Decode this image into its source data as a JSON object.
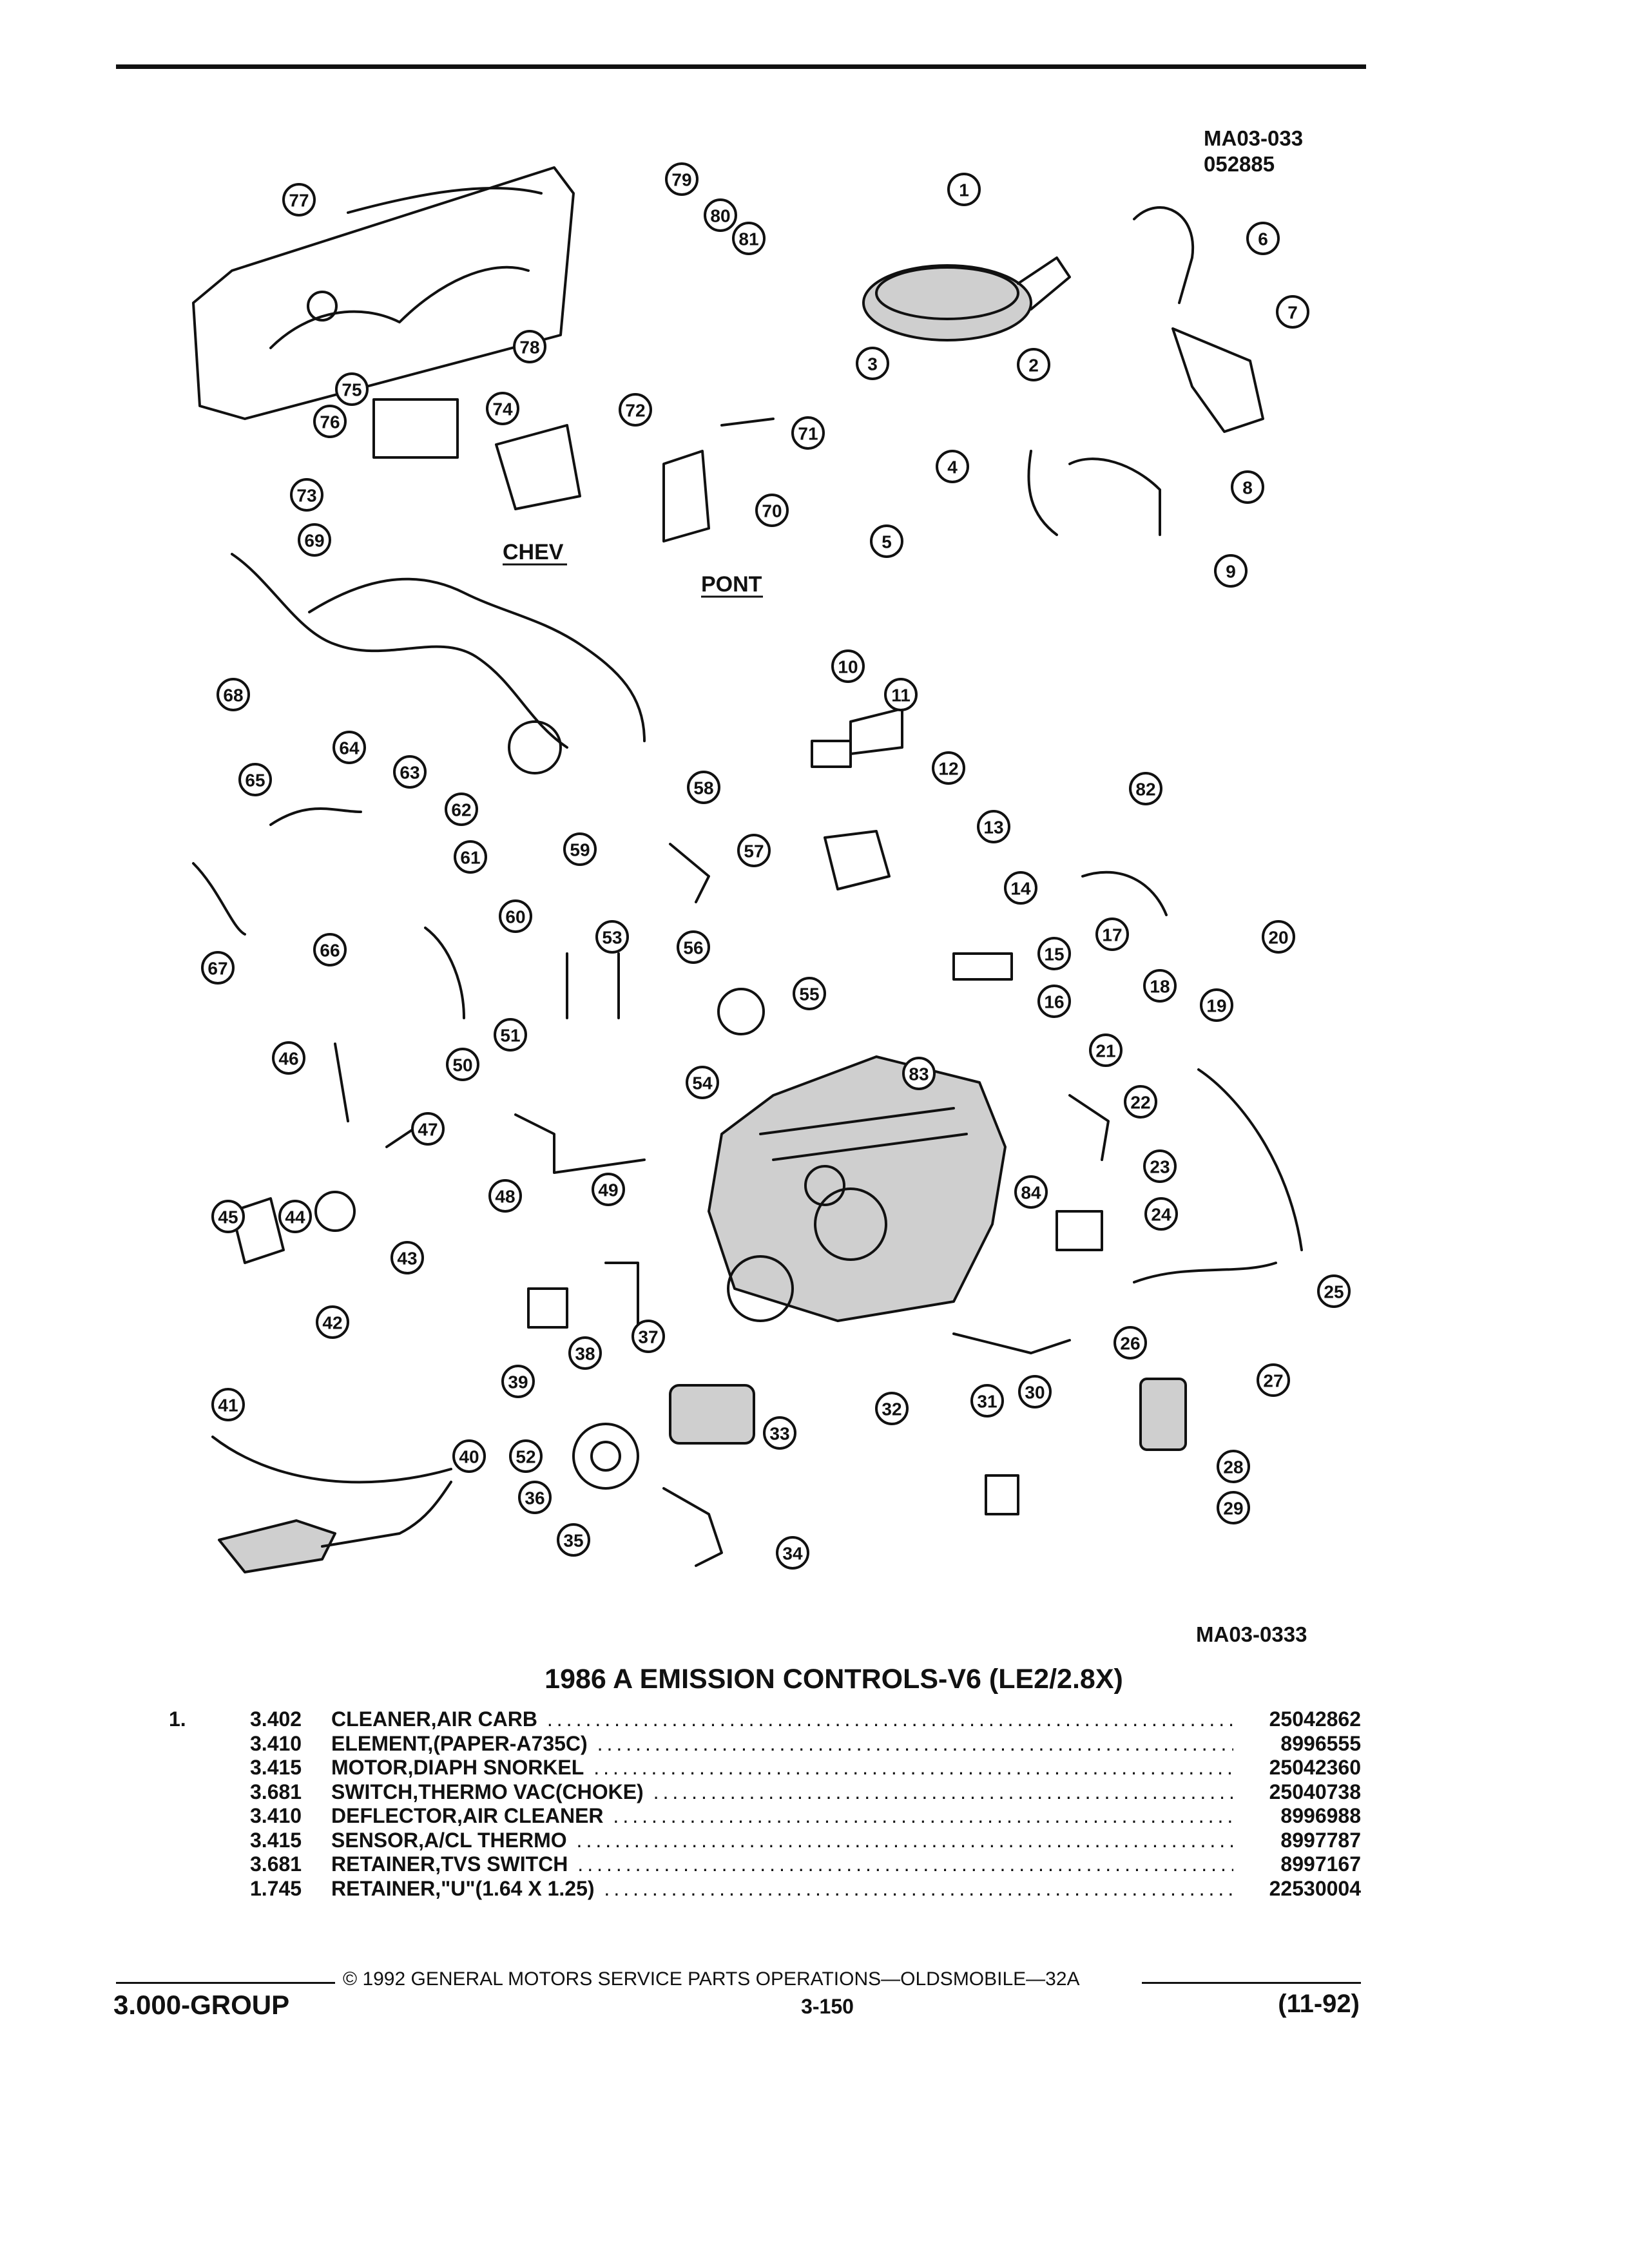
{
  "drawing_codes": {
    "top": "MA03-033",
    "date": "052885",
    "bottom": "MA03-0333"
  },
  "diagram_labels": {
    "chev": "CHEV",
    "pont": "PONT"
  },
  "callouts": [
    "1",
    "2",
    "3",
    "4",
    "5",
    "6",
    "7",
    "8",
    "9",
    "10",
    "11",
    "12",
    "13",
    "14",
    "15",
    "16",
    "17",
    "18",
    "19",
    "20",
    "21",
    "22",
    "23",
    "24",
    "25",
    "26",
    "27",
    "28",
    "29",
    "30",
    "31",
    "32",
    "33",
    "34",
    "35",
    "36",
    "37",
    "38",
    "39",
    "40",
    "41",
    "42",
    "43",
    "44",
    "45",
    "46",
    "47",
    "48",
    "49",
    "50",
    "51",
    "52",
    "53",
    "54",
    "55",
    "56",
    "57",
    "58",
    "59",
    "60",
    "61",
    "62",
    "63",
    "64",
    "65",
    "66",
    "67",
    "68",
    "69",
    "70",
    "71",
    "72",
    "73",
    "74",
    "75",
    "76",
    "77",
    "78",
    "79",
    "80",
    "81",
    "82",
    "83",
    "84"
  ],
  "title": "1986 A EMISSION CONTROLS-V6 (LE2/2.8X)",
  "parts": [
    {
      "ref": "1.",
      "group": "3.402",
      "name": "CLEANER",
      "detail": ",AIR CARB",
      "part_no": "25042862"
    },
    {
      "ref": "",
      "group": "3.410",
      "name": "ELEMENT",
      "detail": ",(PAPER-A735C)",
      "part_no": "8996555"
    },
    {
      "ref": "",
      "group": "3.415",
      "name": "MOTOR",
      "detail": ",DIAPH SNORKEL",
      "part_no": "25042360"
    },
    {
      "ref": "",
      "group": "3.681",
      "name": "SWITCH",
      "detail": ",THERMO VAC(CHOKE)",
      "part_no": "25040738"
    },
    {
      "ref": "",
      "group": "3.410",
      "name": "DEFLECTOR",
      "detail": ",AIR CLEANER",
      "part_no": "8996988"
    },
    {
      "ref": "",
      "group": "3.415",
      "name": "SENSOR",
      "detail": ",A/CL THERMO",
      "part_no": "8997787"
    },
    {
      "ref": "",
      "group": "3.681",
      "name": "RETAINER",
      "detail": ",TVS SWITCH",
      "part_no": "8997167"
    },
    {
      "ref": "",
      "group": "1.745",
      "name": "RETAINER",
      "detail": ",\"U\"(1.64 X 1.25)",
      "part_no": "22530004"
    }
  ],
  "footer": {
    "copyright": "© 1992 GENERAL MOTORS SERVICE PARTS OPERATIONS—OLDSMOBILE—32A",
    "group": "3.000-GROUP",
    "page": "3-150",
    "date_code": "(11-92)"
  }
}
